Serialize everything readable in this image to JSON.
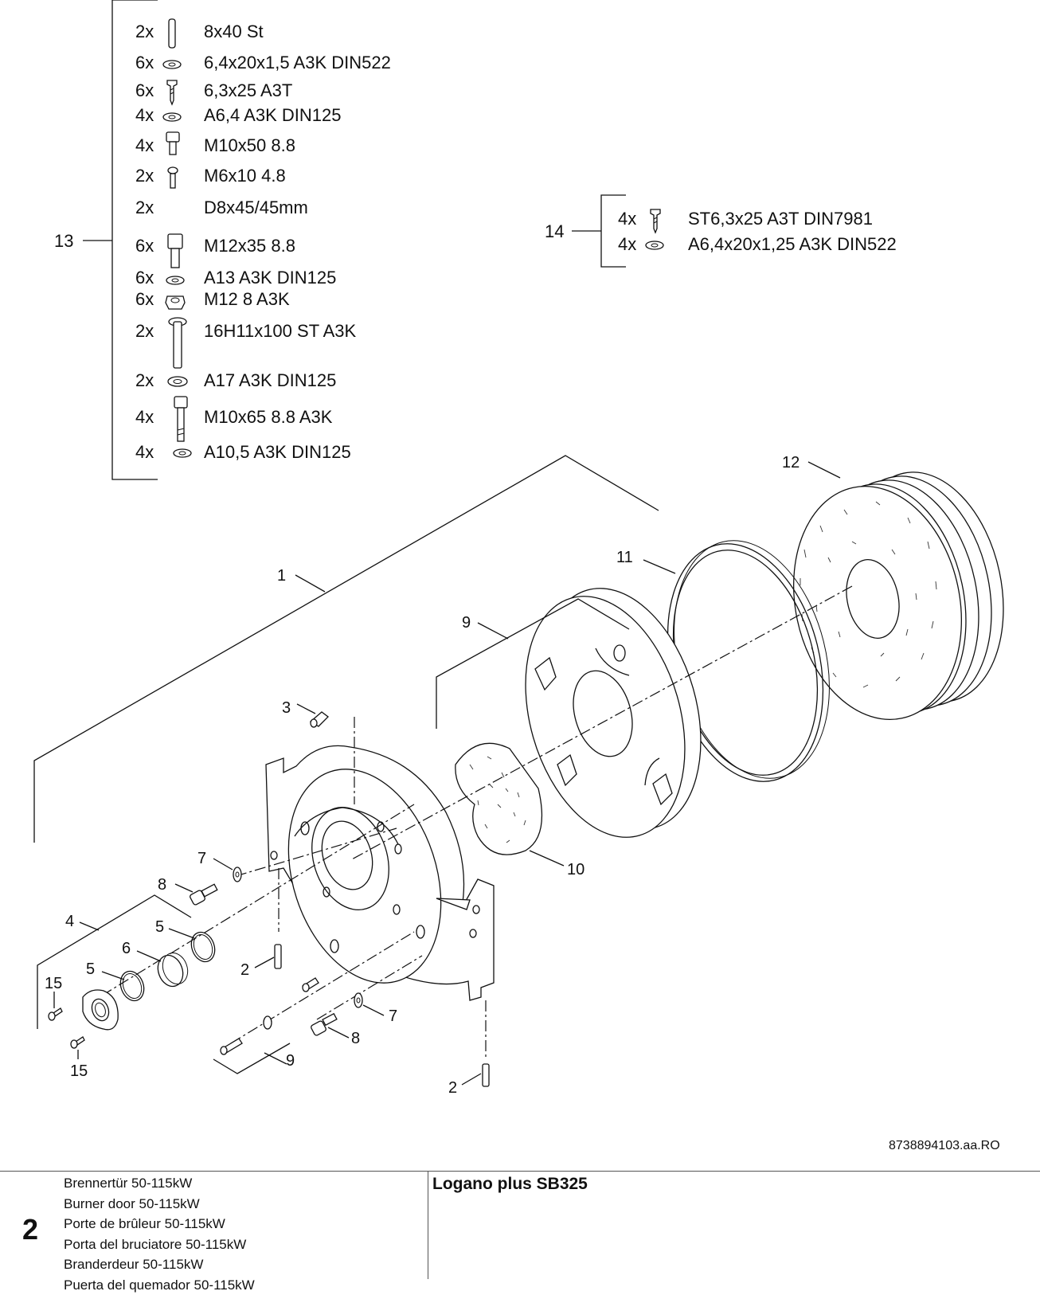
{
  "group_13": {
    "callout": "13",
    "items": [
      {
        "qty": "2x",
        "icon": "pin-icon",
        "spec": "8x40 St"
      },
      {
        "qty": "6x",
        "icon": "washer-icon",
        "spec": "6,4x20x1,5 A3K DIN522"
      },
      {
        "qty": "6x",
        "icon": "screw-icon",
        "spec": "6,3x25 A3T"
      },
      {
        "qty": "4x",
        "icon": "washer-icon",
        "spec": "A6,4 A3K DIN125"
      },
      {
        "qty": "4x",
        "icon": "hex-bolt-icon",
        "spec": "M10x50 8.8"
      },
      {
        "qty": "2x",
        "icon": "machine-screw-icon",
        "spec": "M6x10 4.8"
      },
      {
        "qty": "2x",
        "icon": "bent-rod-icon",
        "spec": "D8x45/45mm"
      },
      {
        "qty": "6x",
        "icon": "hex-bolt-icon",
        "spec": "M12x35 8.8"
      },
      {
        "qty": "6x",
        "icon": "washer-icon",
        "spec": "A13 A3K DIN125"
      },
      {
        "qty": "6x",
        "icon": "nut-icon",
        "spec": "M12 8 A3K"
      },
      {
        "qty": "2x",
        "icon": "long-pin-icon",
        "spec": "16H11x100 ST A3K"
      },
      {
        "qty": "2x",
        "icon": "washer-icon",
        "spec": "A17 A3K DIN125"
      },
      {
        "qty": "4x",
        "icon": "long-bolt-icon",
        "spec": "M10x65 8.8 A3K"
      },
      {
        "qty": "4x",
        "icon": "washer-icon",
        "spec": "A10,5 A3K DIN125"
      }
    ]
  },
  "group_14": {
    "callout": "14",
    "items": [
      {
        "qty": "4x",
        "icon": "screw-icon",
        "spec": "ST6,3x25 A3T DIN7981"
      },
      {
        "qty": "4x",
        "icon": "washer-icon",
        "spec": "A6,4x20x1,25 A3K DIN522"
      }
    ]
  },
  "callouts": {
    "c1": "1",
    "c2a": "2",
    "c2b": "2",
    "c3": "3",
    "c4": "4",
    "c5a": "5",
    "c5b": "5",
    "c6": "6",
    "c7a": "7",
    "c7b": "7",
    "c8a": "8",
    "c8b": "8",
    "c9a": "9",
    "c9b": "9",
    "c10": "10",
    "c11": "11",
    "c12": "12",
    "c15a": "15",
    "c15b": "15"
  },
  "drawing_number": "8738894103.aa.RO",
  "footer": {
    "page_number": "2",
    "titles": [
      "Brennertür 50-115kW",
      "Burner door 50-115kW",
      "Porte de brûleur 50-115kW",
      "Porta del bruciatore 50-115kW",
      "Branderdeur 50-115kW",
      "Puerta del quemador 50-115kW"
    ],
    "product": "Logano plus SB325"
  }
}
